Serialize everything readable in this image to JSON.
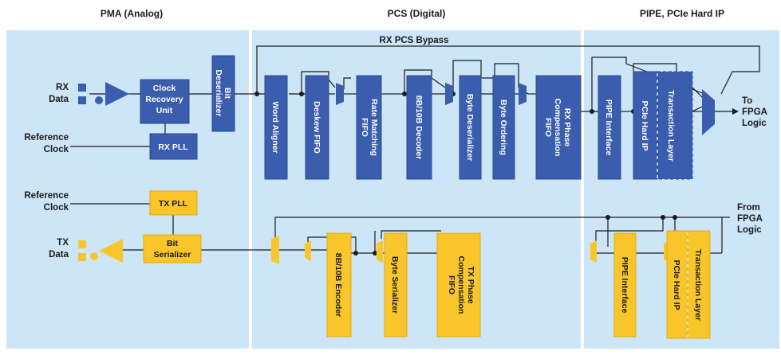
{
  "sections": {
    "pma": "PMA (Analog)",
    "pcs": "PCS (Digital)",
    "pipe": "PIPE, PCIe Hard IP"
  },
  "bypass_label": "RX PCS Bypass",
  "io": {
    "rx_data": [
      "RX",
      "Data"
    ],
    "ref_clock_rx": [
      "Reference",
      "Clock"
    ],
    "ref_clock_tx": [
      "Reference",
      "Clock"
    ],
    "tx_data": [
      "TX",
      "Data"
    ],
    "to_fpga": [
      "To",
      "FPGA",
      "Logic"
    ],
    "from_fpga": [
      "From",
      "FPGA",
      "Logic"
    ]
  },
  "rx_blocks": {
    "cdr": [
      "Clock",
      "Recovery",
      "Unit"
    ],
    "rx_pll": "RX PLL",
    "bit_deserializer": [
      "Bit",
      "Deserializer"
    ],
    "word_aligner": "Word Aligner",
    "deskew_fifo": "Deskew FIFO",
    "rate_matching": [
      "Rate Matching",
      "FIFO"
    ],
    "decoder": "8B/10B Decoder",
    "byte_deserializer": "Byte Deserializer",
    "byte_ordering": "Byte Ordering",
    "rx_phase_comp": [
      "RX Phase",
      "Compensation",
      "FIFO"
    ],
    "pipe_interface": "PIPE Interface",
    "pcie_hard_ip": "PCIe Hard IP",
    "transaction_layer": "Transaction Layer"
  },
  "tx_blocks": {
    "tx_pll": "TX PLL",
    "bit_serializer": [
      "Bit",
      "Serializer"
    ],
    "encoder": "8B/10B Encoder",
    "byte_serializer": "Byte Serializer",
    "tx_phase_comp": [
      "TX Phase",
      "Compensation",
      "FIFO"
    ],
    "pipe_interface": "PIPE Interface",
    "pcie_hard_ip": "PCIe Hard IP",
    "transaction_layer": "Transaction Layer"
  },
  "colors": {
    "background": "#cde6f7",
    "rx_block": "#3a5dae",
    "tx_block": "#f8c62a",
    "divider": "#ffffff"
  }
}
